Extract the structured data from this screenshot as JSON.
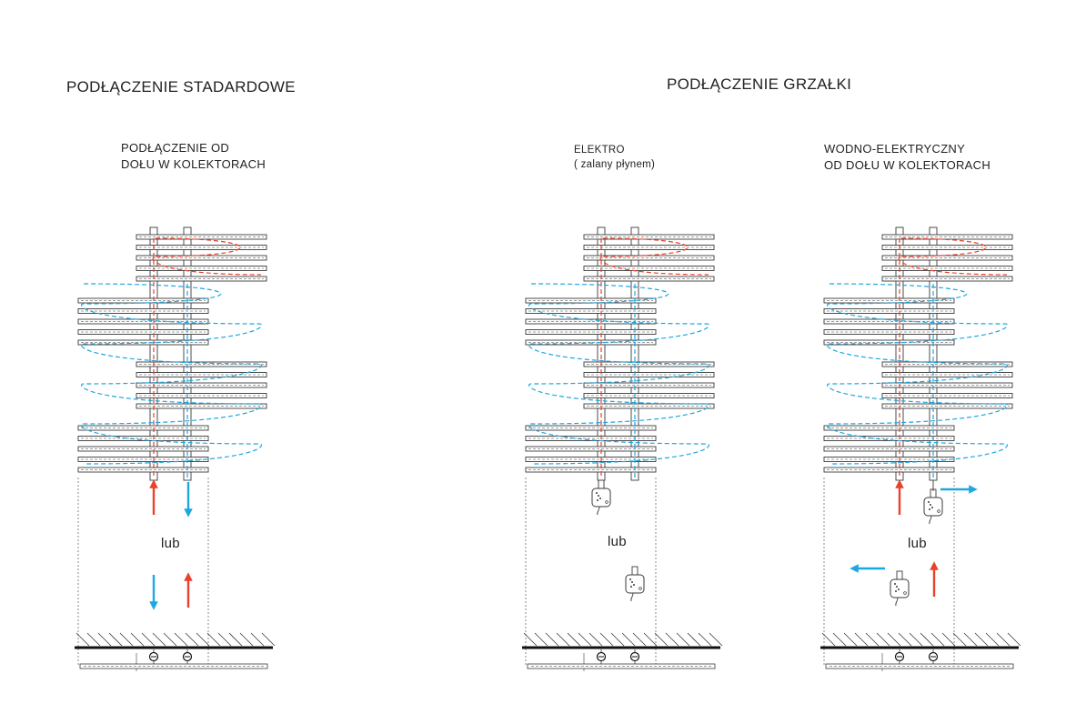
{
  "headings": {
    "standard": "PODŁĄCZENIE STADARDOWE",
    "heater": "PODŁĄCZENIE GRZAŁKI"
  },
  "panels": {
    "p1": {
      "line1": "PODŁĄCZENIE OD",
      "line2": "DOŁU W KOLEKTORACH",
      "alt": "lub"
    },
    "p2": {
      "line1": "ELEKTRO",
      "line2": "( zalany płynem)",
      "alt": "lub"
    },
    "p3": {
      "line1": "WODNO-ELEKTRYCZNY",
      "line2": "OD DOŁU W KOLEKTORACH",
      "alt": "lub"
    }
  },
  "colors": {
    "hot": "#e8412c",
    "cold": "#1ea7e0",
    "line": "#3a3a3a"
  }
}
